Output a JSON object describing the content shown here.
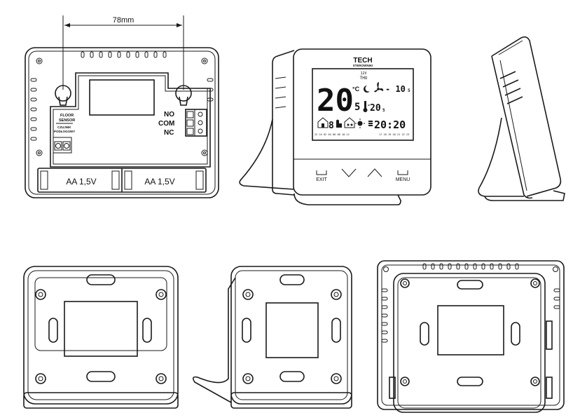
{
  "dimension": {
    "value": "78mm"
  },
  "back_view": {
    "terminal_labels": [
      "NO",
      "COM",
      "NC"
    ],
    "sensor_label_line1": "FLOOR",
    "sensor_label_line2": "SENSOR",
    "sensor_sub_line1": "CZUJNIK",
    "sensor_sub_line2": "PODŁOGOWY",
    "battery_left": "AA 1,5V",
    "battery_right": "AA 1,5V"
  },
  "front_view": {
    "brand": "TECH",
    "brand_sub": "STEROWNIKI",
    "day_small": "12V",
    "day": "THU",
    "main_temp": "20",
    "main_temp_decimal": "5",
    "unit": "°C",
    "outdoor_temp": "- 10",
    "outdoor_decimal": "5",
    "floor_temp": "20",
    "floor_decimal": "5",
    "program_number": "8",
    "clock": "20:20",
    "timeline_left": "22 24 02 04 06 08 10 12",
    "timeline_right": "17 18 19 20 21 22 23",
    "exit_label": "EXIT",
    "menu_label": "MENU"
  }
}
